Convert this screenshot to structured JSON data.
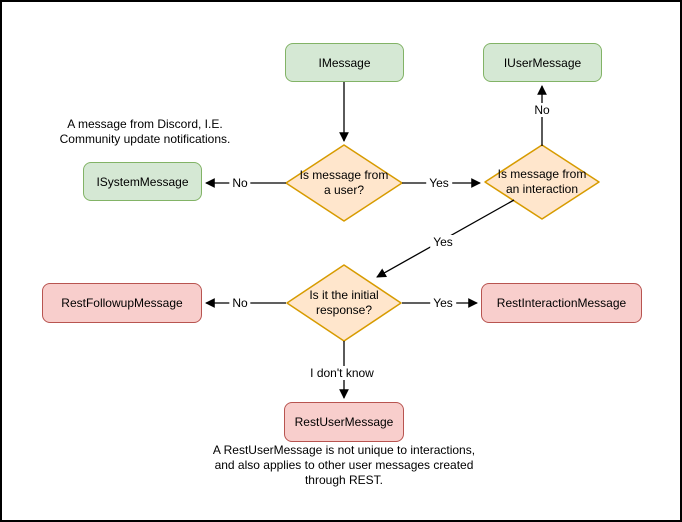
{
  "colors": {
    "background": "#ffffff",
    "frame": "#000000",
    "text": "#000000",
    "connector": "#000000",
    "node_green_fill": "#d5e8d4",
    "node_green_stroke": "#82b366",
    "node_red_fill": "#f8cecc",
    "node_red_stroke": "#b85450",
    "diamond_fill": "#ffe6cc",
    "diamond_stroke": "#d79b00"
  },
  "nodes": {
    "imessage": {
      "label": "IMessage"
    },
    "iusermessage": {
      "label": "IUserMessage"
    },
    "isystemmessage": {
      "label": "ISystemMessage"
    },
    "restfollowup": {
      "label": "RestFollowupMessage"
    },
    "restinteraction": {
      "label": "RestInteractionMessage"
    },
    "restuser": {
      "label": "RestUserMessage"
    }
  },
  "decisions": {
    "from_user": {
      "line1": "Is message from",
      "line2": "a user?"
    },
    "from_interaction": {
      "line1": "Is message from",
      "line2": "an interaction"
    },
    "initial_response": {
      "line1": "Is it the initial",
      "line2": "response?"
    }
  },
  "edge_labels": {
    "user_no": "No",
    "user_yes": "Yes",
    "interaction_no": "No",
    "interaction_yes": "Yes",
    "initial_no": "No",
    "initial_yes": "Yes",
    "initial_unknown": "I don't know"
  },
  "notes": {
    "system_note": {
      "line1": "A message from Discord, I.E.",
      "line2": "Community update notifications."
    },
    "rest_note": {
      "line1": "A RestUserMessage is not unique to interactions,",
      "line2": "and also applies to other user messages created",
      "line3": "through REST."
    }
  }
}
